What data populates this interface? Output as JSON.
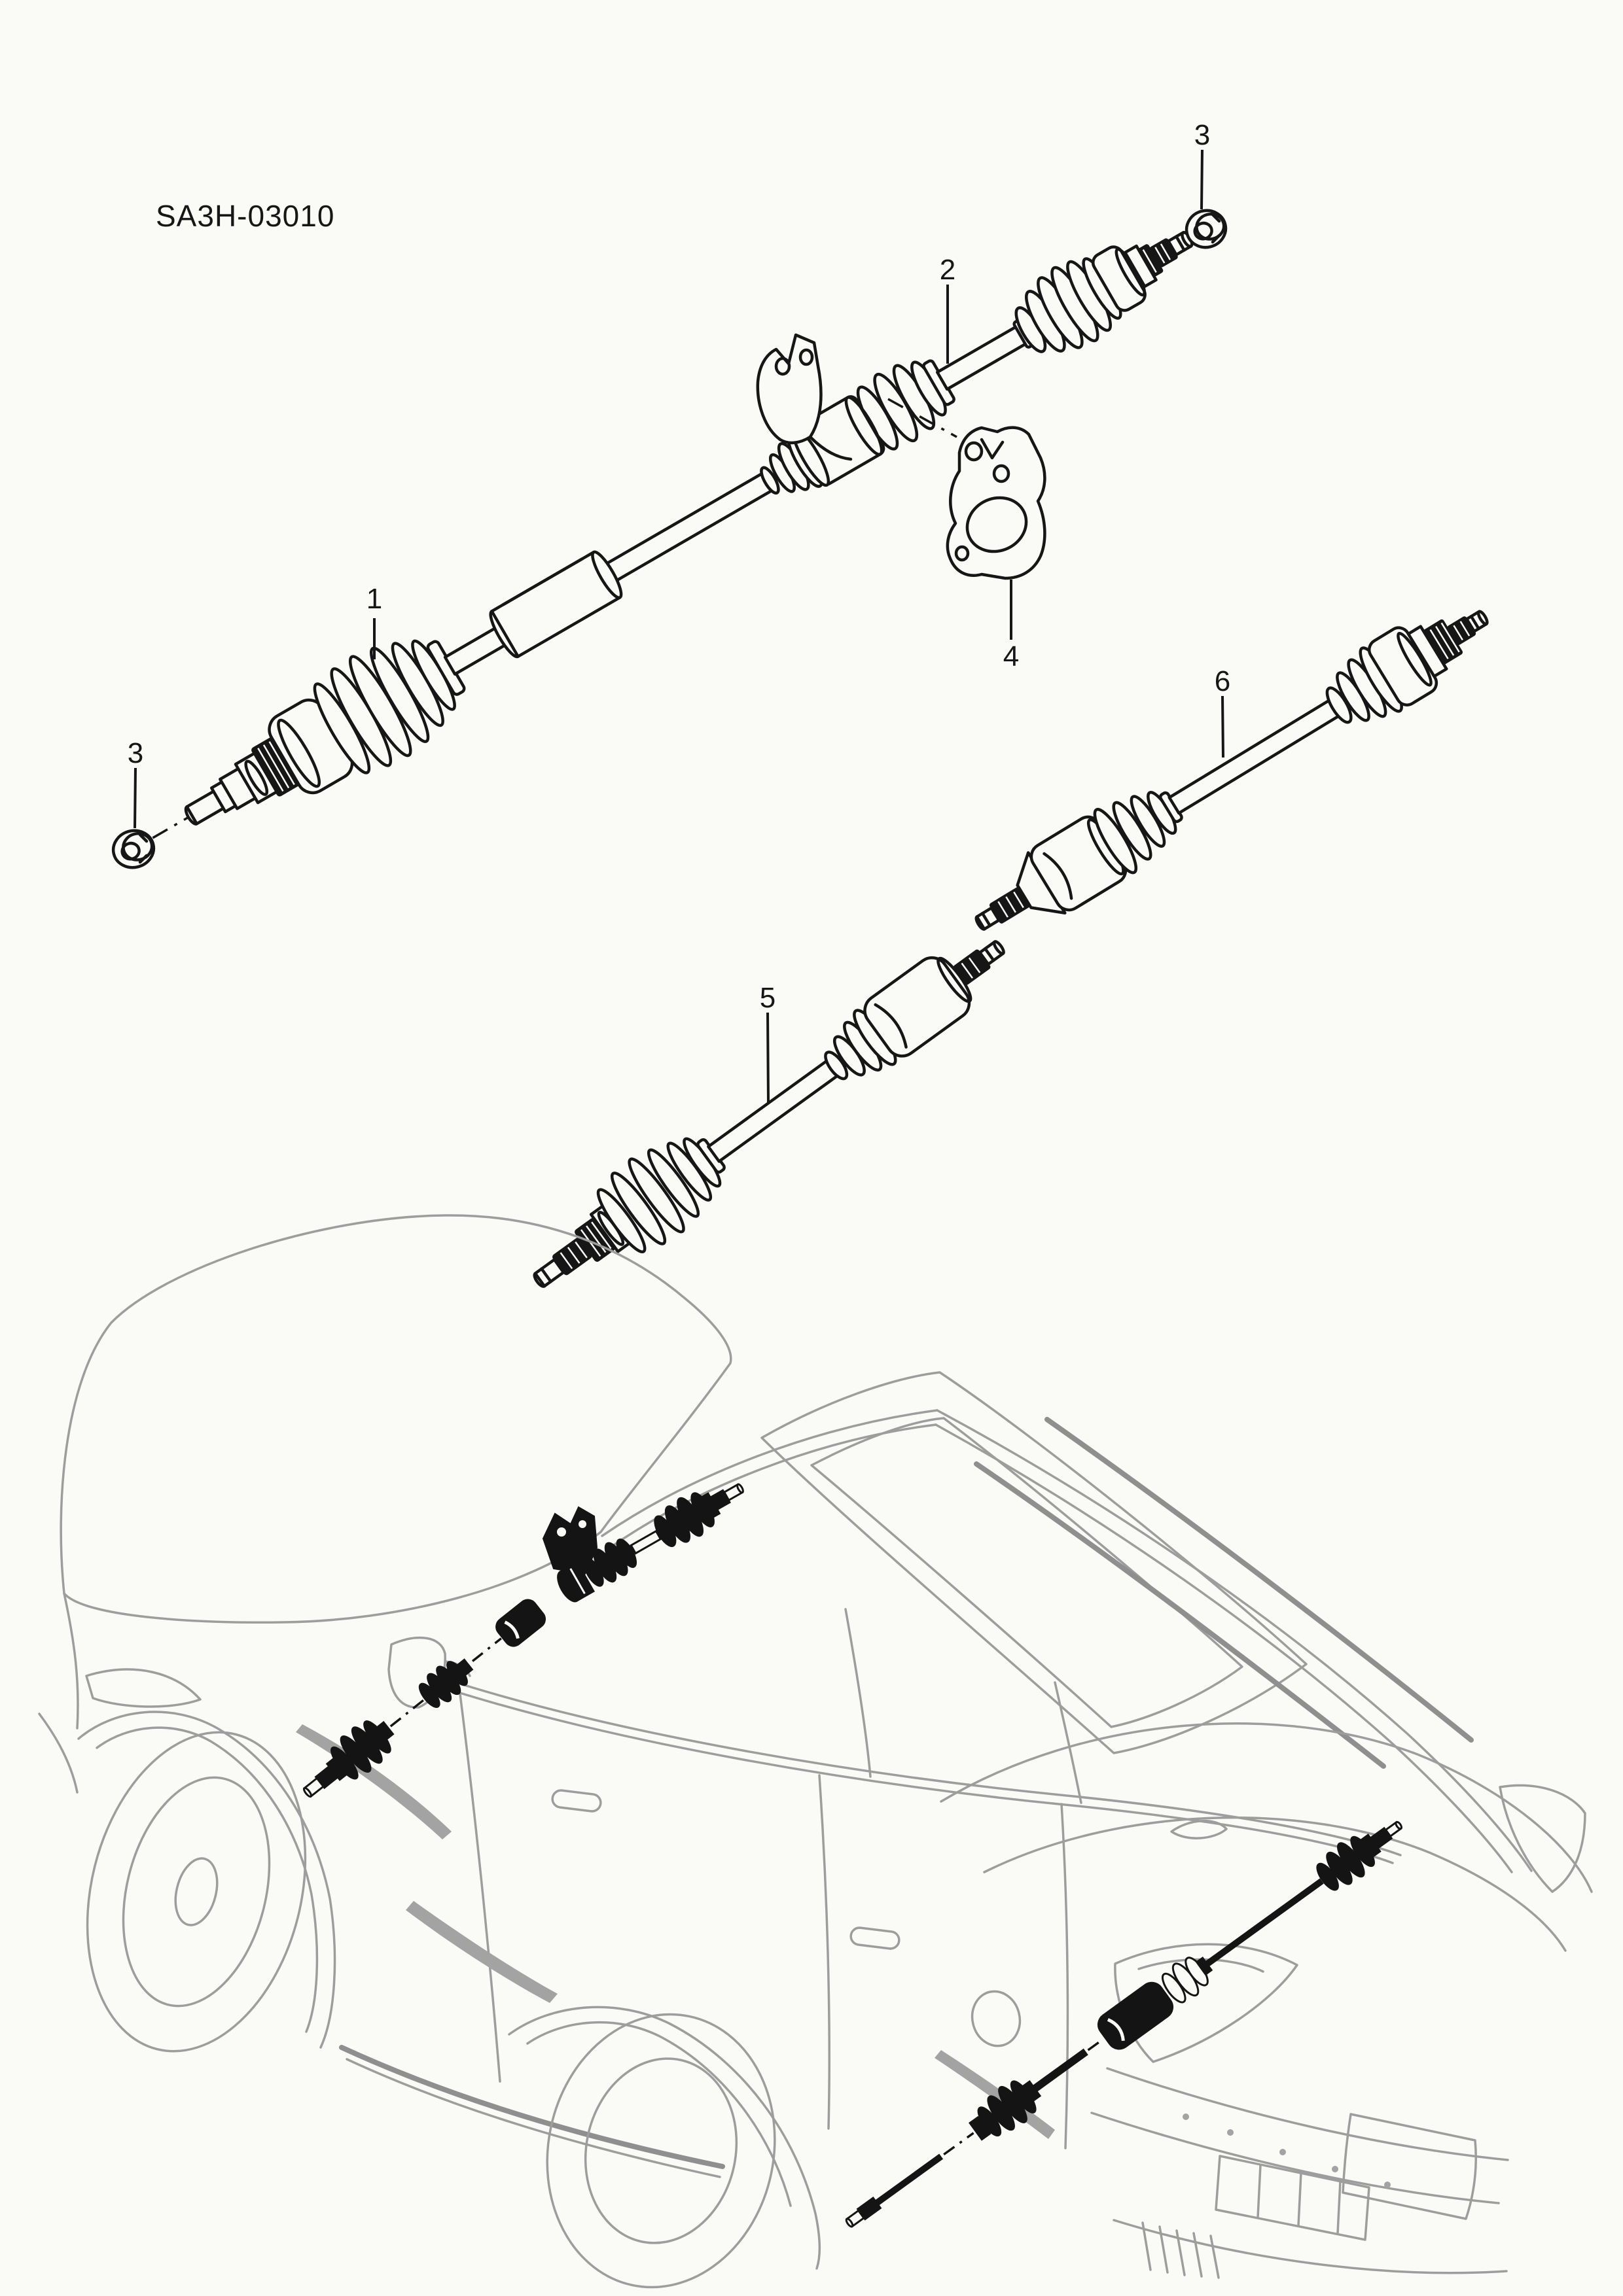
{
  "page": {
    "diagram_code": "SA3H-03010",
    "background": "#fafaf7"
  },
  "colors": {
    "part_line": "#161616",
    "vehicle_line": "#9d9d9d"
  },
  "callouts": [
    {
      "text": "1"
    },
    {
      "text": "2"
    },
    {
      "text": "3"
    },
    {
      "text": "3"
    },
    {
      "text": "4"
    },
    {
      "text": "5"
    },
    {
      "text": "6"
    }
  ]
}
